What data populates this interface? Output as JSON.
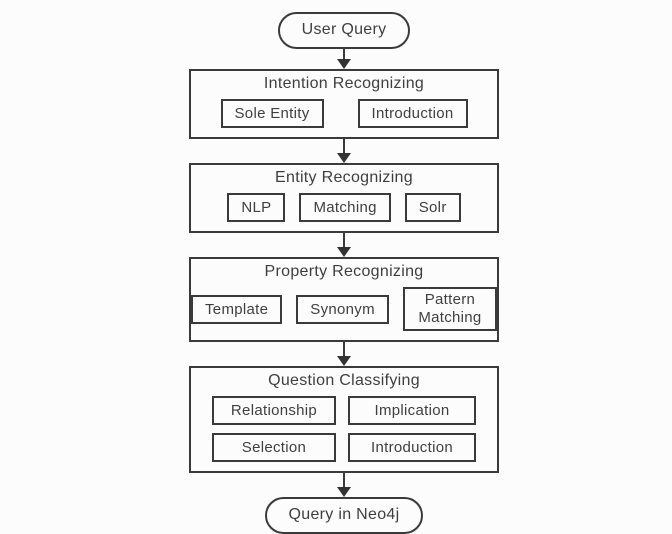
{
  "flow": {
    "start_node": "User Query",
    "end_node": "Query in Neo4j",
    "stages": [
      {
        "title": "Intention Recognizing",
        "items": [
          "Sole Entity",
          "Introduction"
        ]
      },
      {
        "title": "Entity Recognizing",
        "items": [
          "NLP",
          "Matching",
          "Solr"
        ]
      },
      {
        "title": "Property Recognizing",
        "items": [
          "Template",
          "Synonym",
          "Pattern Matching"
        ]
      },
      {
        "title": "Question Classifying",
        "items": [
          "Relationship",
          "Implication",
          "Selection",
          "Introduction"
        ]
      }
    ],
    "colors": {
      "stroke": "#3a3a3a",
      "background": "#fcfcfc",
      "text": "#3f3f3f"
    }
  }
}
